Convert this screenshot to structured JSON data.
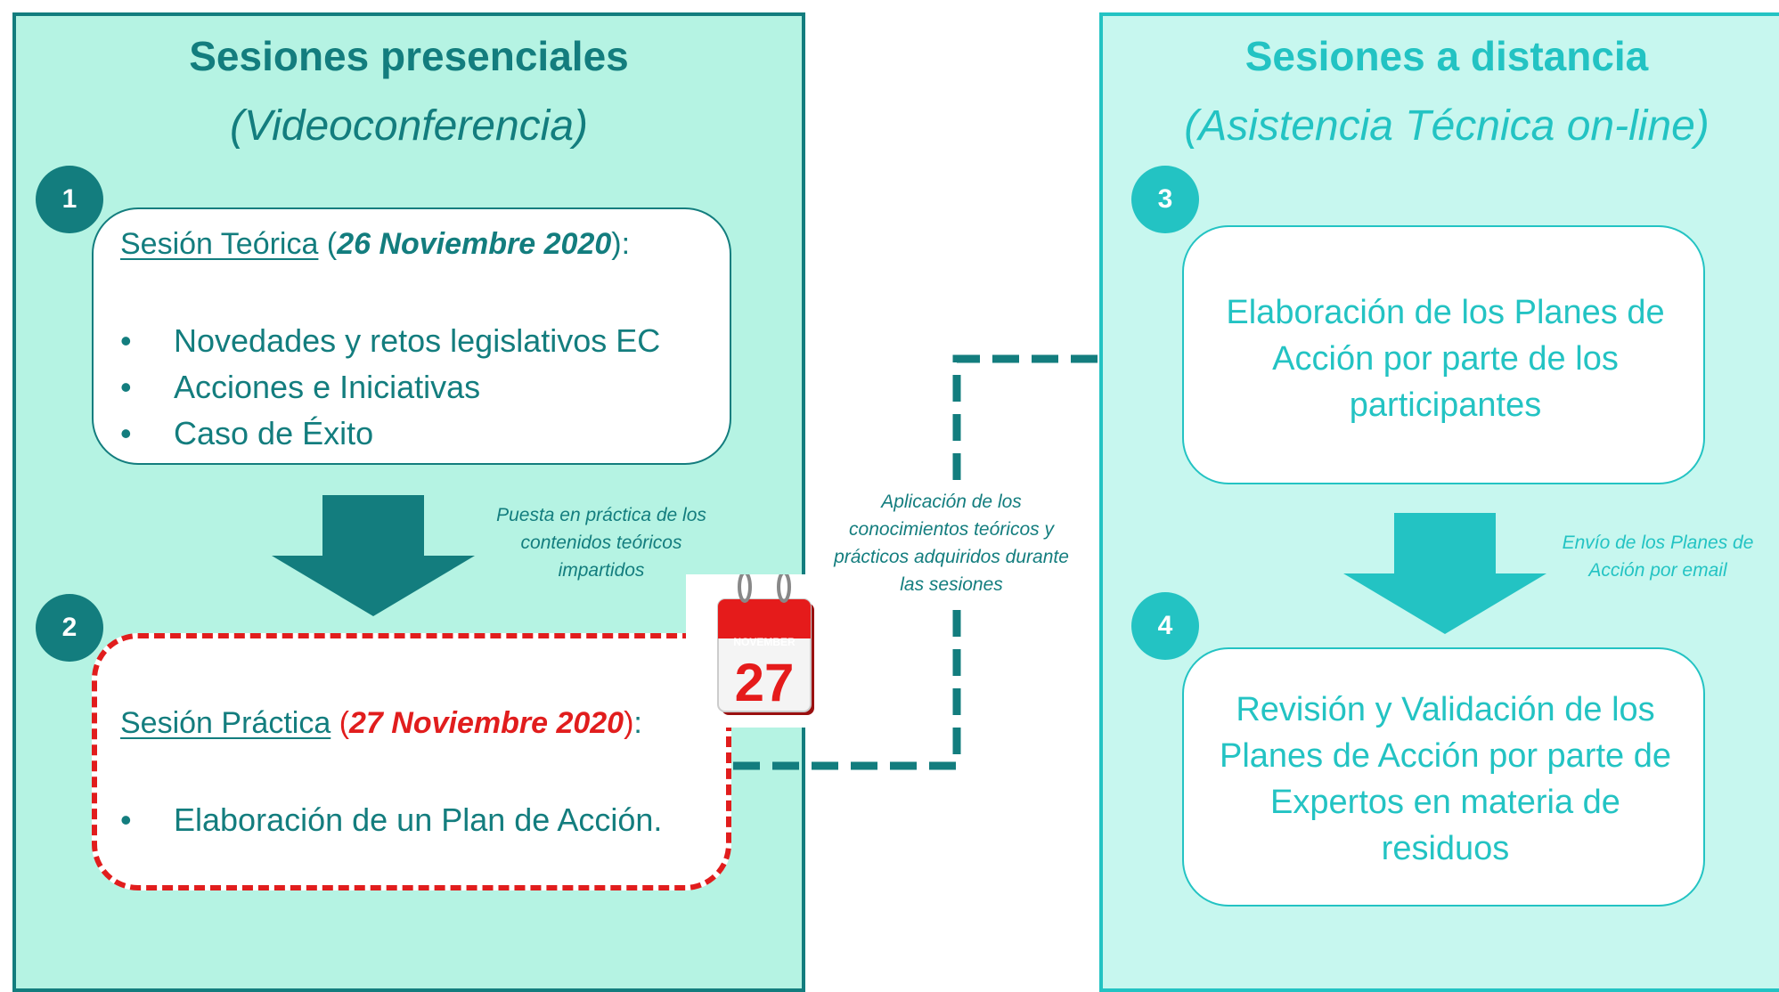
{
  "left": {
    "title": "Sesiones presenciales",
    "subtitle": "(Videoconferencia)",
    "step1": {
      "number": "1",
      "label": "Sesión Teórica",
      "date": "26 Noviembre 2020",
      "bullets": [
        "Novedades y retos legislativos EC",
        "Acciones e Iniciativas",
        "Caso de Éxito"
      ]
    },
    "arrow_note": "Puesta en práctica de los contenidos teóricos impartidos",
    "step2": {
      "number": "2",
      "label": "Sesión Práctica",
      "date": "27 Noviembre 2020",
      "bullets": [
        "Elaboración de un Plan de Acción."
      ]
    }
  },
  "calendar": {
    "month": "NOVEMBER",
    "day": "27"
  },
  "connector_note": "Aplicación  de los conocimientos teóricos y prácticos adquiridos durante las sesiones",
  "right": {
    "title": "Sesiones a distancia",
    "subtitle": "(Asistencia Técnica on-line)",
    "step3": {
      "number": "3",
      "text": "Elaboración de los Planes de Acción por parte de los participantes"
    },
    "arrow_note": "Envío de los Planes de Acción por email",
    "step4": {
      "number": "4",
      "text": "Revisión y Validación  de los Planes de Acción por parte de Expertos en materia de residuos"
    }
  },
  "colors": {
    "dark_teal": "#137d7e",
    "light_teal": "#23c3c3",
    "red": "#e11d1d",
    "left_bg": "#b5f3e3",
    "right_bg": "#c7f7ef"
  },
  "icons": [
    "calendar-icon",
    "down-arrow-icon",
    "dashed-arrow-icon"
  ]
}
